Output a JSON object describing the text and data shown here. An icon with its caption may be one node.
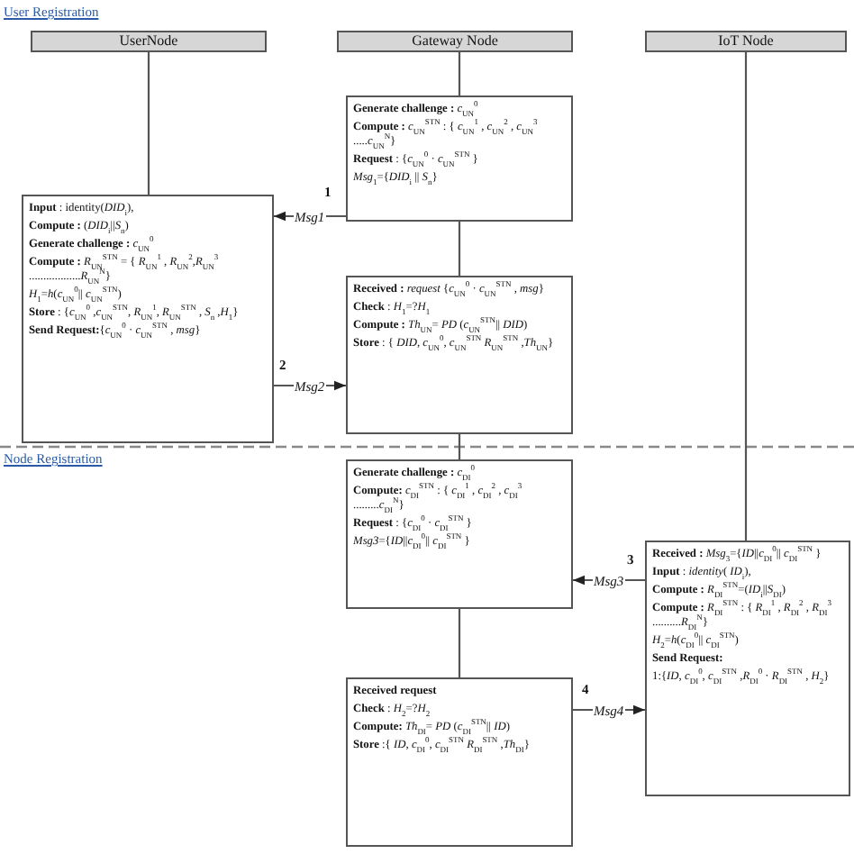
{
  "diagram": {
    "nodes": [
      {
        "text": [
          "UserNode"
        ]
      },
      {
        "text": [
          "Gateway Node"
        ]
      },
      {
        "text": [
          "IoT Node"
        ]
      },
      {
        "text": [
          "**Generate challenge :** *c*$_{UN}$$^{0}$",
          "**Compute :** *c*$_{UN}$$^{STN}$ : { *c*$_{UN}$$^{1}$ , *c*$_{UN}$$^{2}$ , *c*$_{UN}$$^{3}$ .....*c*$_{UN}$$^{N}$}",
          "**Request** : {*c*$_{UN}$$^{0}$ · *c*$_{UN}$$^{STN}$ }",
          "*Msg*$_{1}$={*DID*$_{i}$ || *S*$_{n}$}"
        ]
      },
      {
        "text": [
          "**Input** : identity(*DID*$_{i}$),",
          "**Compute :** (*DID*$_{i}$||*S*$_{n}$)",
          "**Generate challenge :** *c*$_{UN}$$^{0}$",
          "**Compute :** *R*$_{UN}$$^{STN}$ = { *R*$_{UN}$$^{1}$ , *R*$_{UN}$$^{2}$,*R*$_{UN}$$^{3}$ ..................*R*$_{UN}$$^{N}$}",
          "*H*$_{1}$=*h*(*c*$_{UN}$$^{0}$|| *c*$_{UN}$$^{STN}$)",
          "**Store** : {*c*$_{UN}$$^{0}$ ,*c*$_{UN}$$^{STN}$, *R*$_{UN}$$^{1}$, *R*$_{UN}$$^{STN}$ , *S*$_{n}$ ,*H*$_{1}$}",
          "**Send Request:**{*c*$_{UN}$$^{0}$ · *c*$_{UN}$$^{STN}$ , *msg*}"
        ]
      },
      {
        "text": [
          "**Received :** *request* {*c*$_{UN}$$^{0}$ · *c*$_{UN}$$^{STN}$ , *msg*}",
          "**Check** : *H*$_{1}$=?*H*$_{1}$",
          "**Compute :** *Th*$_{UN}$= *PD* (*c*$_{UN}$$^{STN}$|| *DID*)",
          "**Store** : { *DID*, *c*$_{UN}$$^{0}$, *c*$_{UN}$$^{STN}$ *R*$_{UN}$$^{STN}$ ,*Th*$_{UN}$}"
        ]
      },
      {
        "text": [
          "**Generate challenge :** *c*$_{DI}$$^{0}$",
          "**Compute:** *c*$_{DI}$$^{STN}$ : { *c*$_{DI}$$^{1}$ , *c*$_{DI}$$^{2}$ , *c*$_{DI}$$^{3}$ .........*c*$_{DI}$$^{N}$}",
          "**Request** : {*c*$_{DI}$$^{0}$ · *c*$_{DI}$$^{STN}$ }",
          "*Msg3*={*ID*||*c*$_{DI}$$^{0}$|| *c*$_{DI}$$^{STN}$ }"
        ]
      },
      {
        "text": [
          "**Received :** *Msg*$_{3}$={*ID*||*c*$_{DI}$$^{0}$|| *c*$_{DI}$$^{STN}$ }",
          "**Input** : *identity*( *ID*$_{i}$),",
          "**Compute :** *R*$_{DI}$$^{STN}$=(*ID*$_{i}$||*S*$_{DI}$)",
          "**Compute :** *R*$_{DI}$$^{STN}$ : { *R*$_{DI}$$^{1}$ , *R*$_{DI}$$^{2}$ , *R*$_{DI}$$^{3}$ ..........*R*$_{DI}$$^{N}$}",
          "*H*$_{2}$=*h*(*c*$_{DI}$$^{0}$|| *c*$_{DI}$$^{STN}$)",
          "**Send Request:**",
          "1:{*ID*, *c*$_{DI}$$^{0}$, *c*$_{DI}$$^{STN}$ ,*R*$_{DI}$$^{0}$ · *R*$_{DI}$$^{STN}$ , *H*$_{2}$}"
        ]
      },
      {
        "text": [
          "**Received request**",
          "**Check** : *H*$_{2}$=?*H*$_{2}$",
          "**Compute:** *Th*$_{DI}$= *PD* (*c*$_{DI}$$^{STN}$|| *ID*)",
          "**Store** :{ *ID*, *c*$_{DI}$$^{0}$, *c*$_{DI}$$^{STN}$ *R*$_{DI}$$^{STN}$ ,*Th*$_{DI}$}"
        ]
      }
    ],
    "edges": [
      {
        "from": 0,
        "to": 4,
        "arrow": "none"
      },
      {
        "from": 1,
        "to": 3,
        "arrow": "none"
      },
      {
        "from": 2,
        "to": 7,
        "arrow": "none"
      },
      {
        "from": 3,
        "to": 5,
        "arrow": "none"
      },
      {
        "from": 5,
        "to": 6,
        "arrow": "none"
      },
      {
        "from": 6,
        "to": 8,
        "arrow": "none"
      },
      {
        "from": 3,
        "to": 4,
        "arrow": "to",
        "label": "Msg1"
      },
      {
        "from": 4,
        "to": 5,
        "arrow": "to",
        "label": "Msg2"
      },
      {
        "from": 7,
        "to": 6,
        "arrow": "to",
        "label": "Msg3"
      },
      {
        "from": 8,
        "to": 7,
        "arrow": "to",
        "label": "Msg4"
      }
    ],
    "labels": [
      "User Registration",
      "1",
      "2",
      "Node Registration",
      "3",
      "4"
    ]
  }
}
